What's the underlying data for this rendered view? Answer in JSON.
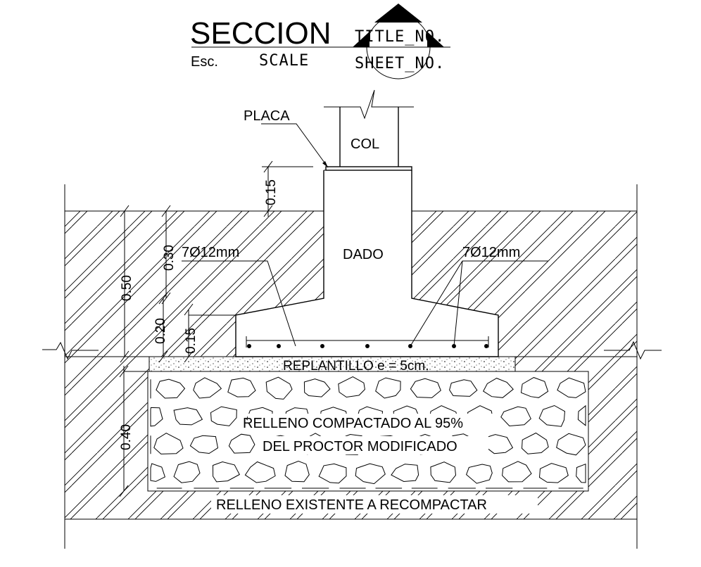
{
  "title_block": {
    "title": "SECCION",
    "title_no": "TITLE_NO.",
    "scale_label": "Esc.",
    "scale_value": "SCALE",
    "sheet_no": "SHEET_NO."
  },
  "labels": {
    "placa": "PLACA",
    "col": "COL",
    "dado": "DADO",
    "rebar_left": "7Ø12mm",
    "rebar_right": "7Ø12mm",
    "replantillo": "REPLANTILLO e = 5cm.",
    "relleno_line1": "RELLENO COMPACTADO AL 95%",
    "relleno_line2": "DEL PROCTOR MODIFICADO",
    "relleno_existente": "RELLENO EXISTENTE A RECOMPACTAR"
  },
  "dimensions": {
    "d_015_top": "0.15",
    "d_030": "0.30",
    "d_050": "0.50",
    "d_020": "0.20",
    "d_015_footing": "0.15",
    "d_040": "0.40"
  }
}
